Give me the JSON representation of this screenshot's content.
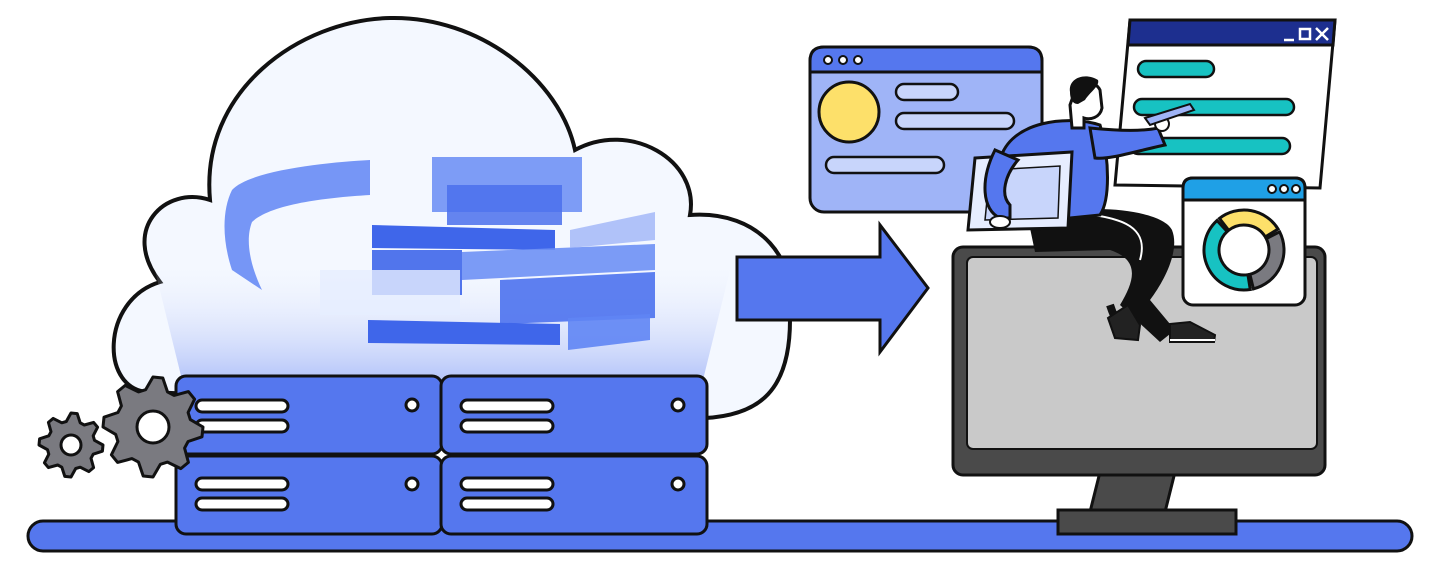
{
  "palette": {
    "blue": "#5577ee",
    "blue_dark": "#3c5fdc",
    "blue_light": "#9fb4f7",
    "navy": "#1d2f8f",
    "teal": "#17c2c2",
    "yellow": "#fde06a",
    "gray": "#7a7a80",
    "gray_screen": "#c9c9c9",
    "gray_bezel": "#4a4a4a",
    "outline": "#111111",
    "cloud": "#f4f8ff"
  },
  "icons": {
    "cloud": "cloud-icon",
    "servers": "server-rack-icon",
    "gears": "gear-icon",
    "arrow": "arrow-right-icon",
    "monitor": "monitor-icon",
    "person": "person-icon",
    "window_controls": "window-controls-icon",
    "pen": "pen-icon",
    "tablet": "tablet-icon",
    "donut": "donut-chart-icon"
  },
  "donut_chart": {
    "segments": [
      {
        "name": "yellow",
        "fraction": 0.28,
        "color": "#fde06a"
      },
      {
        "name": "gray",
        "fraction": 0.3,
        "color": "#7a7a80"
      },
      {
        "name": "teal",
        "fraction": 0.42,
        "color": "#17c2c2"
      }
    ]
  }
}
